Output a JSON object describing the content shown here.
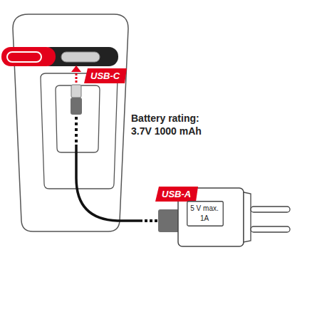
{
  "diagram": {
    "nodes": [
      {
        "text": [
          "USB-C"
        ]
      },
      {
        "text": [
          "USB-A"
        ]
      },
      {
        "text": [
          "5 V max. 1A"
        ]
      }
    ],
    "labels": [
      "Battery rating: 3.7V 1000 mAh"
    ]
  }
}
